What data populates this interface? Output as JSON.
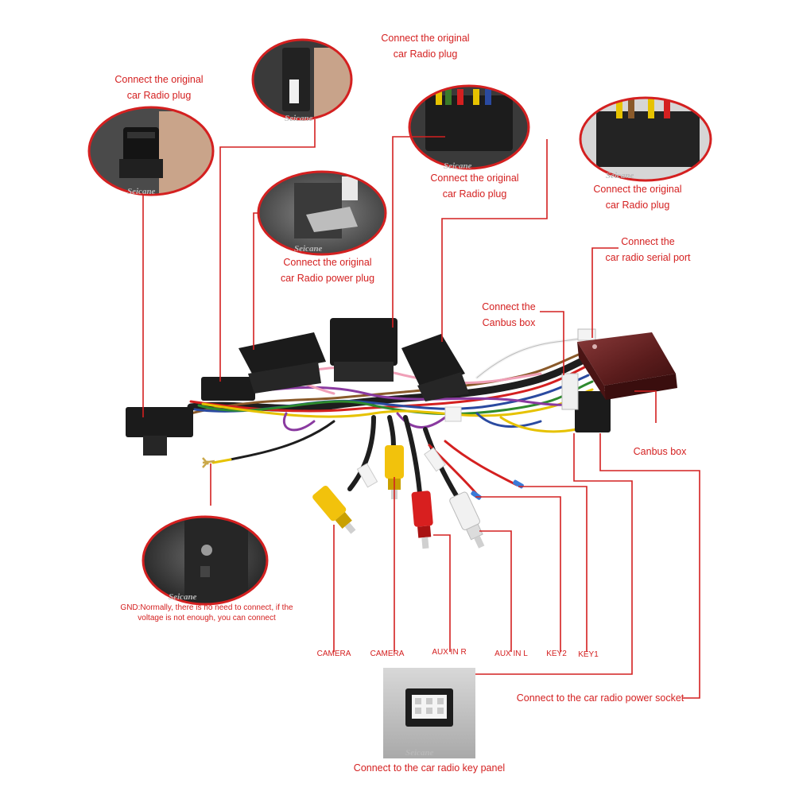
{
  "labels": {
    "radio_plug_top": [
      "Connect the original",
      "car Radio plug"
    ],
    "radio_plug_left": [
      "Connect the original",
      "car Radio plug"
    ],
    "radio_plug_mid": [
      "Connect the original",
      "car Radio plug"
    ],
    "radio_plug_right": [
      "Connect the original",
      "car Radio plug"
    ],
    "radio_power_plug": [
      "Connect the original",
      "car Radio power plug"
    ],
    "serial_port": [
      "Connect the",
      "car radio serial port"
    ],
    "canbus_connect": [
      "Connect the",
      "Canbus box"
    ],
    "canbus_box": "Canbus box",
    "gnd_note": [
      "GND:Normally, there is no need to connect, if the",
      "voltage is not enough, you can connect"
    ],
    "camera_1": "CAMERA",
    "camera_2": "CAMERA",
    "aux_in_r": "AUX IN R",
    "aux_in_l": "AUX IN L",
    "key2": "KEY2",
    "key1": "KEY1",
    "power_socket": "Connect to the car radio power socket",
    "key_panel": "Connect to the car radio key panel"
  },
  "watermark": "Seicane",
  "colors": {
    "leader_line": "#d42020",
    "label_text": "#d42020",
    "connector_black": "#1b1b1b",
    "canbus_box": "#6a2626",
    "rca_yellow": "#f2c20c",
    "rca_red": "#d81f1f",
    "rca_white": "#f1f1f1"
  }
}
